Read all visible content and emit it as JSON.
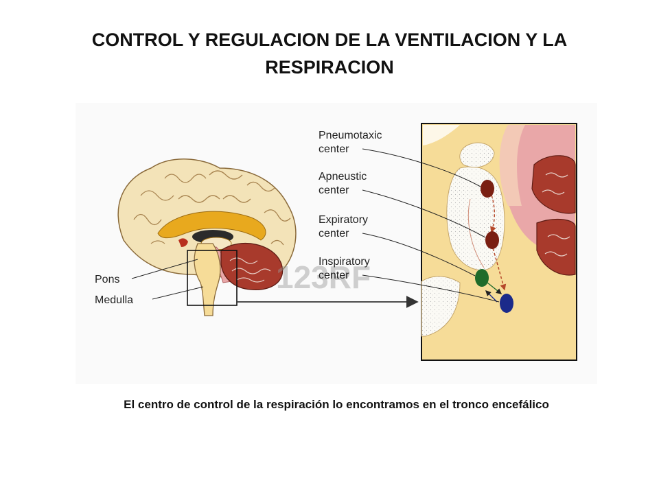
{
  "slide": {
    "title": "CONTROL Y REGULACION DE  LA VENTILACION Y LA RESPIRACION",
    "caption": "El centro de control de la respiración lo encontramos en el tronco encefálico"
  },
  "diagram": {
    "left_labels": {
      "pons": "Pons",
      "medulla": "Medulla"
    },
    "centers": {
      "pneumotaxic_1": "Pneumotaxic",
      "pneumotaxic_2": "center",
      "apneustic_1": "Apneustic",
      "apneustic_2": "center",
      "expiratory_1": "Expiratory",
      "expiratory_2": "center",
      "inspiratory_1": "Inspiratory",
      "inspiratory_2": "center"
    },
    "watermark": "123RF",
    "colors": {
      "cortex": "#f3e3b8",
      "corpus_callosum": "#e8a91e",
      "brainstem": "#f6dc98",
      "cerebellum": "#a83a2c",
      "pink_tissue": "#e9a7a8",
      "pneumotaxic_dot": "#7a1f12",
      "apneustic_dot": "#7a1f12",
      "expiratory_dot": "#1f6b2a",
      "inspiratory_dot": "#1b2a8a",
      "arrow": "#333333"
    }
  }
}
